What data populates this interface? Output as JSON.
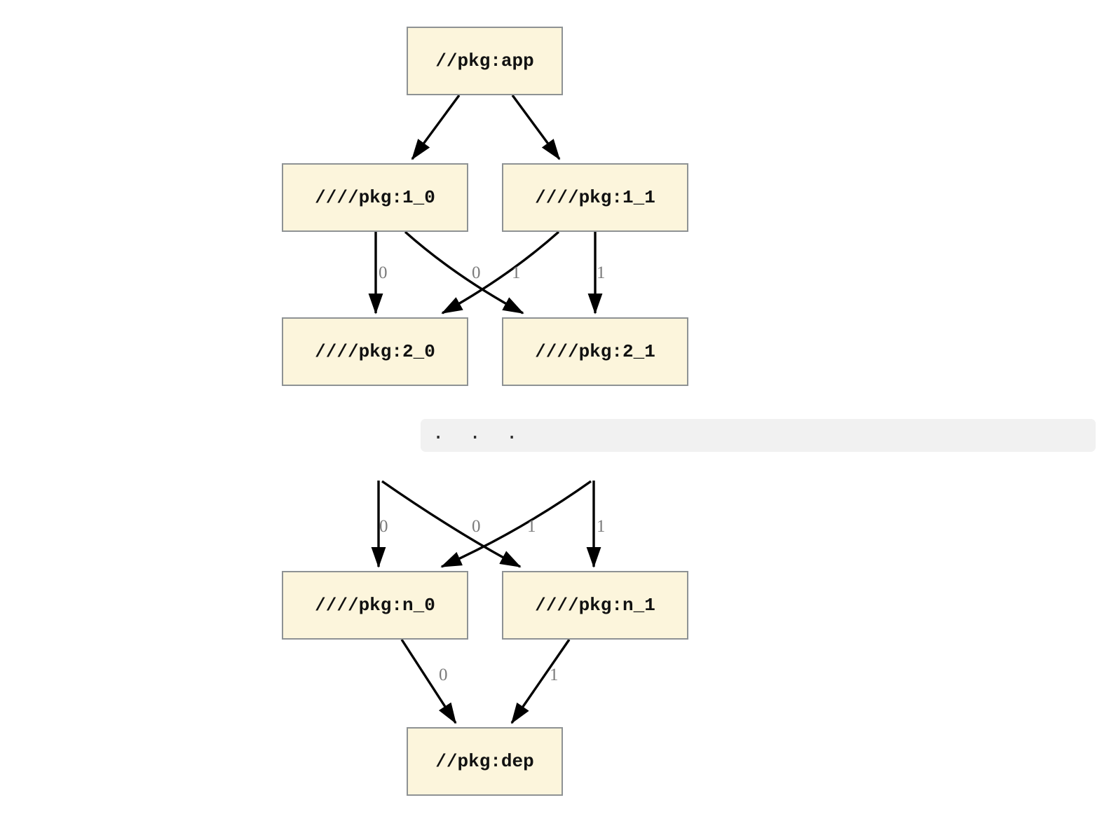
{
  "colors": {
    "node_fill": "#fcf5dc",
    "node_border": "#8e9294",
    "edge": "#000000",
    "edge_label": "#7b7b7b",
    "separator_bg": "#f1f1f1"
  },
  "separator": {
    "text": ". . ."
  },
  "graphs": {
    "top": {
      "nodes": [
        {
          "id": "app",
          "label": "//pkg:app"
        },
        {
          "id": "pkg_1_0",
          "label": "////pkg:1_0"
        },
        {
          "id": "pkg_1_1",
          "label": "////pkg:1_1"
        },
        {
          "id": "pkg_2_0",
          "label": "////pkg:2_0"
        },
        {
          "id": "pkg_2_1",
          "label": "////pkg:2_1"
        }
      ],
      "edges": [
        {
          "from": "app",
          "to": "pkg_1_0",
          "label": ""
        },
        {
          "from": "app",
          "to": "pkg_1_1",
          "label": ""
        },
        {
          "from": "pkg_1_0",
          "to": "pkg_2_0",
          "label": "0"
        },
        {
          "from": "pkg_1_0",
          "to": "pkg_2_1",
          "label": "0"
        },
        {
          "from": "pkg_1_1",
          "to": "pkg_2_0",
          "label": "1"
        },
        {
          "from": "pkg_1_1",
          "to": "pkg_2_1",
          "label": "1"
        }
      ]
    },
    "bottom": {
      "nodes": [
        {
          "id": "pkg_n_0",
          "label": "////pkg:n_0"
        },
        {
          "id": "pkg_n_1",
          "label": "////pkg:n_1"
        },
        {
          "id": "dep",
          "label": "//pkg:dep"
        }
      ],
      "edges": [
        {
          "from": "hidden_0",
          "to": "pkg_n_0",
          "label": "0"
        },
        {
          "from": "hidden_0",
          "to": "pkg_n_1",
          "label": "0"
        },
        {
          "from": "hidden_1",
          "to": "pkg_n_0",
          "label": "1"
        },
        {
          "from": "hidden_1",
          "to": "pkg_n_1",
          "label": "1"
        },
        {
          "from": "pkg_n_0",
          "to": "dep",
          "label": "0"
        },
        {
          "from": "pkg_n_1",
          "to": "dep",
          "label": "1"
        }
      ]
    }
  }
}
